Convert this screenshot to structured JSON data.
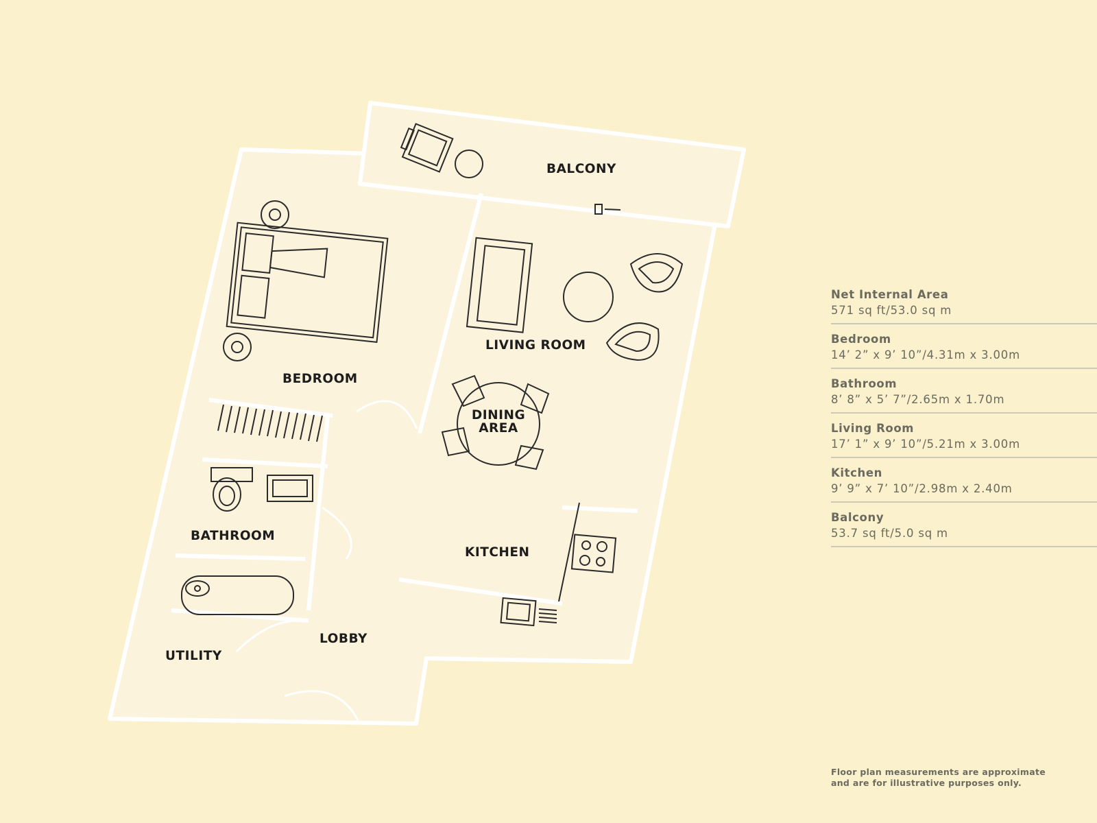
{
  "rooms": {
    "balcony": "BALCONY",
    "living_room": "LIVING ROOM",
    "bedroom": "BEDROOM",
    "dining_line1": "DINING",
    "dining_line2": "AREA",
    "bathroom": "BATHROOM",
    "kitchen": "KITCHEN",
    "lobby": "LOBBY",
    "utility": "UTILITY"
  },
  "specs": [
    {
      "label": "Net Internal Area",
      "value": "571 sq ft/53.0 sq m"
    },
    {
      "label": "Bedroom",
      "value": "14’ 2” x 9’ 10”/4.31m x 3.00m"
    },
    {
      "label": "Bathroom",
      "value": "8’ 8” x 5’ 7”/2.65m x 1.70m"
    },
    {
      "label": "Living Room",
      "value": "17’ 1” x 9’ 10”/5.21m x 3.00m"
    },
    {
      "label": "Kitchen",
      "value": "9’ 9” x 7’ 10”/2.98m x 2.40m"
    },
    {
      "label": "Balcony",
      "value": "53.7 sq ft/5.0 sq m"
    }
  ],
  "disclaimer": {
    "line1": "Floor plan measurements are approximate",
    "line2": "and are for illustrative purposes only."
  },
  "colors": {
    "background": "#FCF1CD",
    "room_fill": "#FBF3DC",
    "wall_line": "#FFFFFF",
    "furniture_line": "#2b2b2b",
    "text_muted": "#6b6a5e"
  }
}
